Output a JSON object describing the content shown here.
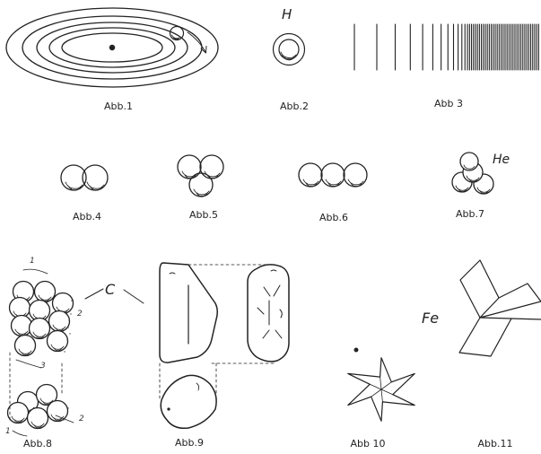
{
  "figures": [
    {
      "caption": "Abb.1"
    },
    {
      "caption": "Abb.2",
      "symbol": "H"
    },
    {
      "caption": "Abb 3"
    },
    {
      "caption": "Abb.4"
    },
    {
      "caption": "Abb.5"
    },
    {
      "caption": "Abb.6"
    },
    {
      "caption": "Abb.7",
      "symbol": "He"
    },
    {
      "caption": "Abb.8",
      "face_numbers": [
        "1",
        "2",
        "3",
        "2",
        "1"
      ]
    },
    {
      "caption": "Abb.9",
      "symbol": "C"
    },
    {
      "caption": "Abb 10"
    },
    {
      "caption": "Abb.11",
      "symbol": "Fe"
    }
  ]
}
